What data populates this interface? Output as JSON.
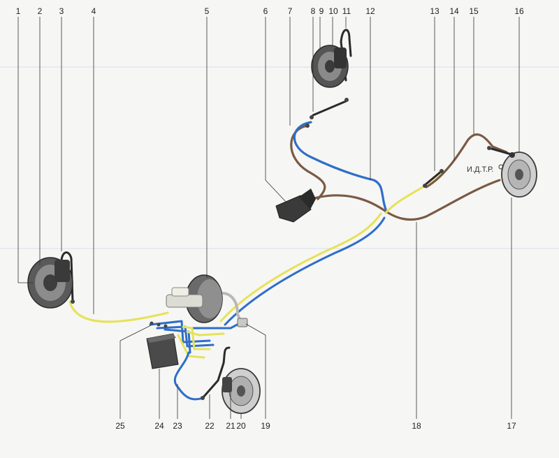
{
  "callouts": [
    "1",
    "2",
    "3",
    "4",
    "5",
    "6",
    "7",
    "8",
    "9",
    "10",
    "11",
    "12",
    "13",
    "14",
    "15",
    "16",
    "17",
    "18",
    "19",
    "20",
    "21",
    "22",
    "23",
    "24",
    "25"
  ],
  "component_label": "И.Д.Т.Р.",
  "colors": {
    "brown_line": "#7a5a44",
    "blue_line": "#2f6ec9",
    "yellow_line": "#e6e25a",
    "background": "#f6f6f4"
  }
}
